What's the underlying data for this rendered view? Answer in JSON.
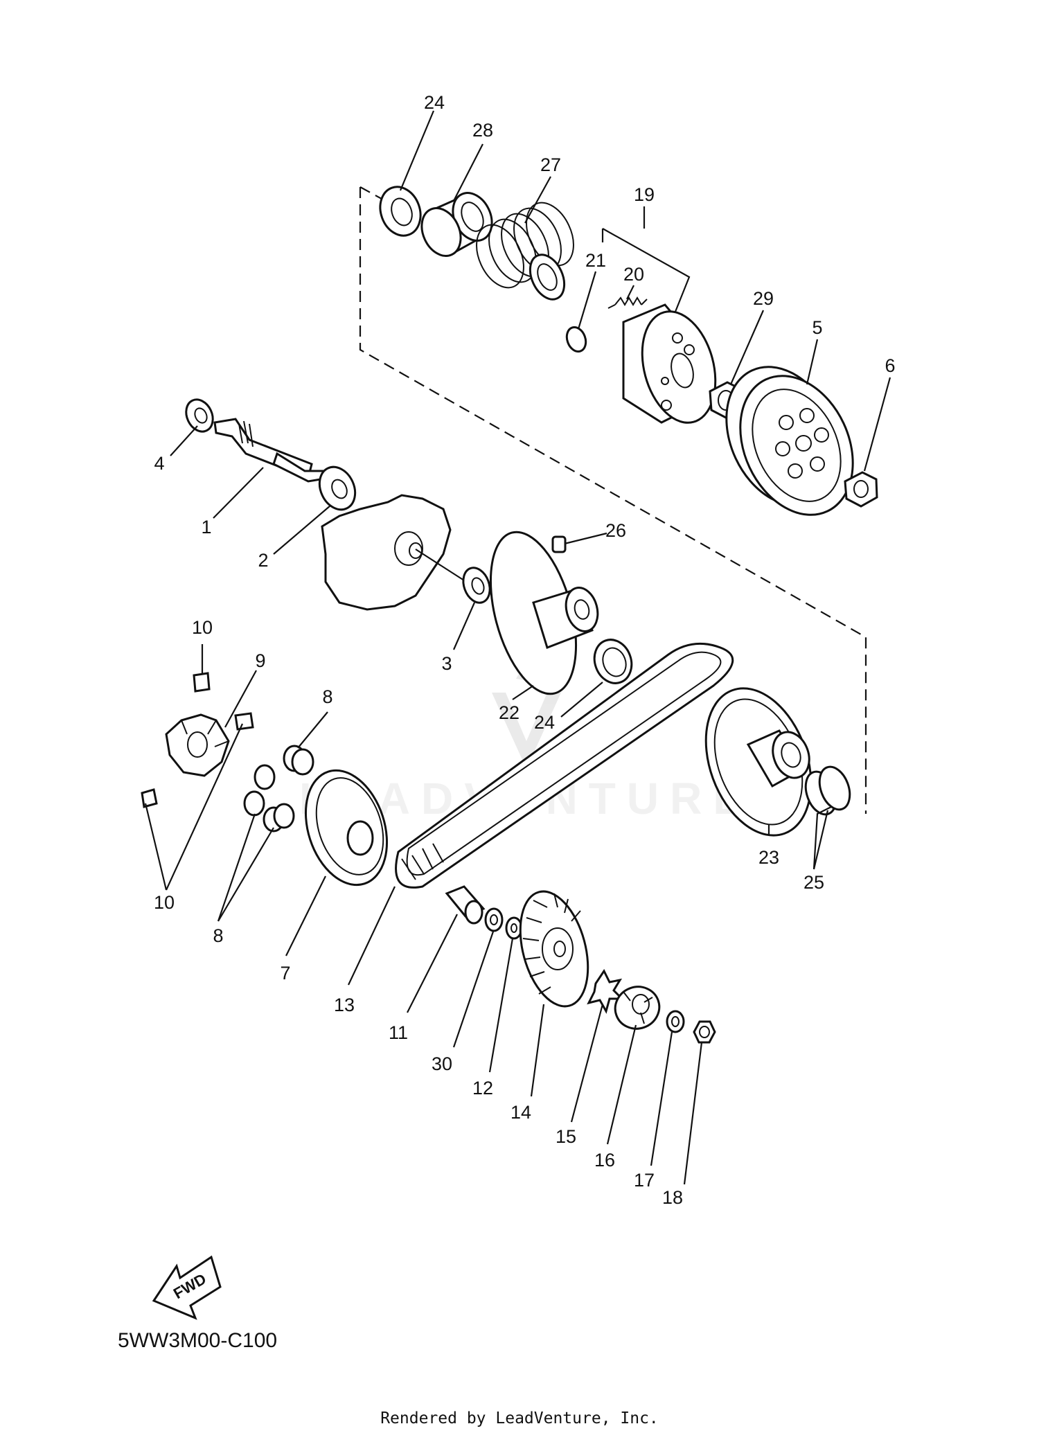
{
  "watermark": "LEADVENTURE",
  "labels": {
    "l1": "1",
    "l2": "2",
    "l3": "3",
    "l4": "4",
    "l5": "5",
    "l6": "6",
    "l7": "7",
    "l8a": "8",
    "l8b": "8",
    "l9": "9",
    "l10a": "10",
    "l10b": "10",
    "l11": "11",
    "l12": "12",
    "l13": "13",
    "l14": "14",
    "l15": "15",
    "l16": "16",
    "l17": "17",
    "l18": "18",
    "l19": "19",
    "l20": "20",
    "l21": "21",
    "l22": "22",
    "l23": "23",
    "l24a": "24",
    "l24b": "24",
    "l25": "25",
    "l26": "26",
    "l27": "27",
    "l28": "28",
    "l29": "29",
    "l30": "30"
  },
  "fwd_label": "FWD",
  "diagram_code": "5WW3M00-C100",
  "footer": "Rendered by LeadVenture, Inc."
}
